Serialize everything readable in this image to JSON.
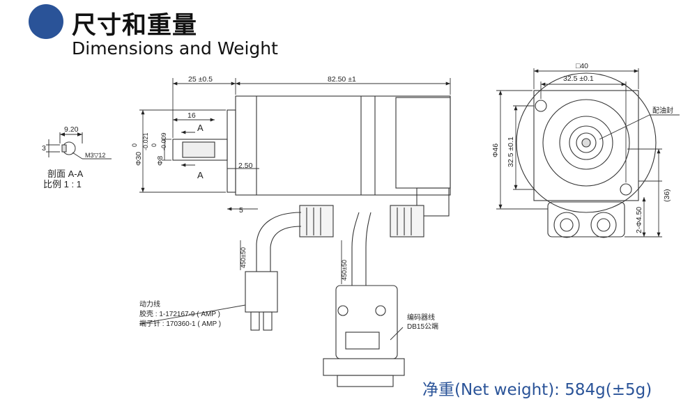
{
  "title": {
    "cn": "尺寸和重量",
    "en": "Dimensions and Weight"
  },
  "weight_text": "净重(Net weight): 584g(±5g)",
  "colors": {
    "accent": "#2a5398",
    "line": "#333333"
  },
  "section": {
    "dim_width": "9.20",
    "dim_height": "3",
    "thread": "M3▽12",
    "label": "剖面 A-A",
    "scale": "比例 1 : 1"
  },
  "side": {
    "dim_flange": "25 ±0.5",
    "dim_body": "82.50 ±1",
    "dim_shaft": "16",
    "dim_d30": "Φ30",
    "dim_d30_tol_top": "0",
    "dim_d30_tol_bot": "-0.021",
    "dim_d8": "Φ8",
    "dim_d8_tol_top": "0",
    "dim_d8_tol_bot": "-0.009",
    "dim_250": "2.50",
    "dim_5": "5",
    "section_mark_a": "A",
    "cable_len_left": "450±50",
    "cable_len_right": "450±50"
  },
  "power": {
    "title": "动力线",
    "housing": "胶壳 : 1-172167-9 ( AMP )",
    "terminal": "端子针 : 170360-1 ( AMP )"
  },
  "encoder": {
    "title": "编码器线",
    "connector": "DB15公端"
  },
  "front": {
    "dim_square": "□40",
    "dim_hole_h": "32.5 ±0.1",
    "dim_hole_v": "32.5 ±0.1",
    "dim_d46": "Φ46",
    "dim_holes": "2-Φ4.50",
    "dim_36": "(36)",
    "oil_seal": "配油封"
  }
}
